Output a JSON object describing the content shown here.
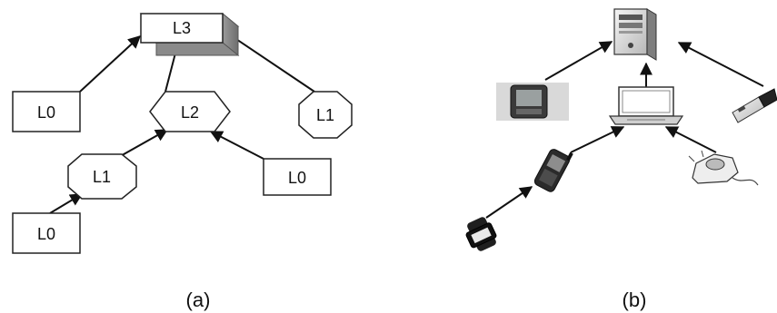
{
  "panel_a": {
    "caption": "(a)",
    "nodes": {
      "l3": "L3",
      "l2": "L2",
      "l1_right": "L1",
      "l1_left": "L1",
      "l0_top_left": "L0",
      "l0_mid_right": "L0",
      "l0_bottom_left": "L0"
    }
  },
  "panel_b": {
    "caption": "(b)",
    "devices": [
      "desktop-tower",
      "pda",
      "laptop",
      "usb-stick",
      "mobile-phone",
      "sensor-device",
      "wristwatch"
    ]
  }
}
